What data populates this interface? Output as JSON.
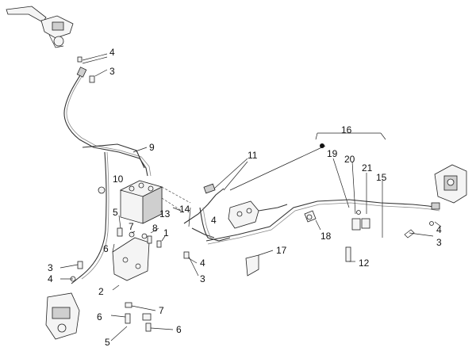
{
  "callouts": [
    {
      "id": "c-4a",
      "text": "4"
    },
    {
      "id": "c-3a",
      "text": "3"
    },
    {
      "id": "c-9",
      "text": "9"
    },
    {
      "id": "c-10",
      "text": "10"
    },
    {
      "id": "c-11",
      "text": "11"
    },
    {
      "id": "c-16",
      "text": "16"
    },
    {
      "id": "c-19",
      "text": "19"
    },
    {
      "id": "c-20",
      "text": "20"
    },
    {
      "id": "c-21",
      "text": "21"
    },
    {
      "id": "c-15",
      "text": "15"
    },
    {
      "id": "c-4b",
      "text": "4"
    },
    {
      "id": "c-3b",
      "text": "3"
    },
    {
      "id": "c-5a",
      "text": "5"
    },
    {
      "id": "c-7a",
      "text": "7"
    },
    {
      "id": "c-13",
      "text": "13"
    },
    {
      "id": "c-14",
      "text": "14"
    },
    {
      "id": "c-4c",
      "text": "4"
    },
    {
      "id": "c-8",
      "text": "8"
    },
    {
      "id": "c-1",
      "text": "1"
    },
    {
      "id": "c-6a",
      "text": "6"
    },
    {
      "id": "c-18",
      "text": "18"
    },
    {
      "id": "c-17",
      "text": "17"
    },
    {
      "id": "c-12",
      "text": "12"
    },
    {
      "id": "c-3c",
      "text": "3"
    },
    {
      "id": "c-4d",
      "text": "4"
    },
    {
      "id": "c-4e",
      "text": "4"
    },
    {
      "id": "c-3d",
      "text": "3"
    },
    {
      "id": "c-2",
      "text": "2"
    },
    {
      "id": "c-7b",
      "text": "7"
    },
    {
      "id": "c-6b",
      "text": "6"
    },
    {
      "id": "c-6c",
      "text": "6"
    },
    {
      "id": "c-5b",
      "text": "5"
    }
  ]
}
